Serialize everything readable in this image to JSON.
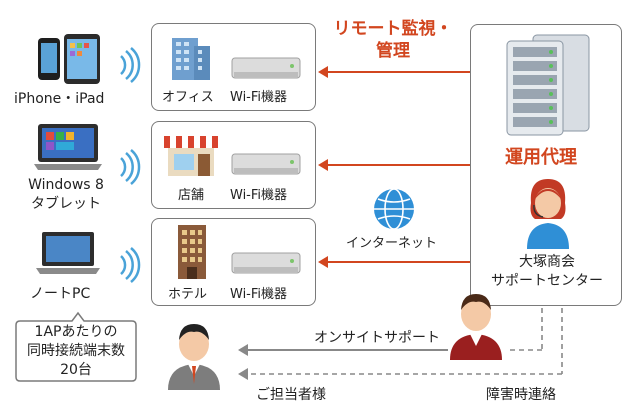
{
  "devices": {
    "iphone_ipad": "iPhone・iPad",
    "windows8_line1": "Windows 8",
    "windows8_line2": "タブレット",
    "notepc": "ノートPC"
  },
  "note": {
    "line1": "1APあたりの",
    "line2": "同時接続端末数",
    "line3": "20台"
  },
  "locations": {
    "office": "オフィス",
    "store": "店舗",
    "hotel": "ホテル",
    "wifi": "Wi-Fi機器"
  },
  "labels": {
    "remote_line1": "リモート監視・",
    "remote_line2": "管理",
    "internet": "インターネット",
    "operation": "運用代理",
    "center_line1": "大塚商会",
    "center_line2": "サポートセンター",
    "onsite": "オンサイトサポート",
    "customer": "ご担当者様",
    "failure": "障害時連絡"
  },
  "colors": {
    "accent": "#d2461f",
    "border": "#7a7a7a",
    "arrow_gray": "#888888"
  }
}
